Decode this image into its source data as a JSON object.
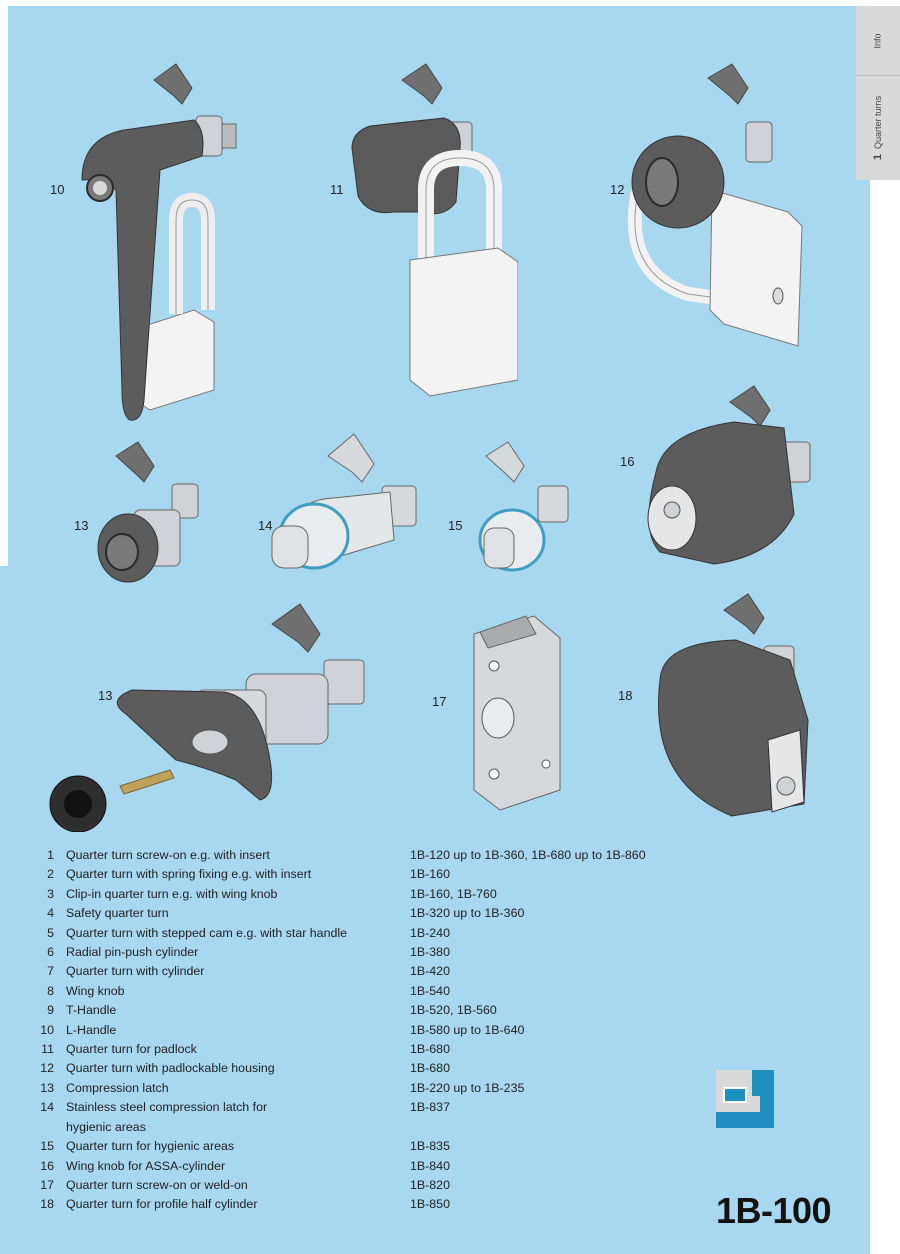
{
  "tabs": {
    "info": "Info",
    "quarter_num": "1",
    "quarter_label": "Quarter turns"
  },
  "figure_labels": {
    "l10": "10",
    "l11": "11",
    "l12": "12",
    "l13a": "13",
    "l14": "14",
    "l15": "15",
    "l16": "16",
    "l13b": "13",
    "l17": "17",
    "l18": "18"
  },
  "items": [
    {
      "num": "1",
      "desc": "Quarter turn screw-on e.g. with insert",
      "ref": "1B-120 up to 1B-360, 1B-680 up to 1B-860"
    },
    {
      "num": "2",
      "desc": "Quarter turn with spring fixing e.g. with insert",
      "ref": "1B-160"
    },
    {
      "num": "3",
      "desc": "Clip-in quarter turn e.g. with wing knob",
      "ref": "1B-160, 1B-760"
    },
    {
      "num": "4",
      "desc": "Safety quarter turn",
      "ref": "1B-320 up to 1B-360"
    },
    {
      "num": "5",
      "desc": "Quarter turn with stepped cam e.g. with star handle",
      "ref": "1B-240"
    },
    {
      "num": "6",
      "desc": "Radial pin-push cylinder",
      "ref": "1B-380"
    },
    {
      "num": "7",
      "desc": "Quarter turn with cylinder",
      "ref": "1B-420"
    },
    {
      "num": "8",
      "desc": "Wing knob",
      "ref": "1B-540"
    },
    {
      "num": "9",
      "desc": "T-Handle",
      "ref": "1B-520, 1B-560"
    },
    {
      "num": "10",
      "desc": "L-Handle",
      "ref": "1B-580 up to 1B-640"
    },
    {
      "num": "11",
      "desc": "Quarter turn for padlock",
      "ref": "1B-680"
    },
    {
      "num": "12",
      "desc": "Quarter turn with padlockable housing",
      "ref": "1B-680"
    },
    {
      "num": "13",
      "desc": "Compression latch",
      "ref": "1B-220 up to 1B-235"
    },
    {
      "num": "14",
      "desc": "Stainless steel compression latch for",
      "ref": "1B-837"
    },
    {
      "num": "",
      "desc": "hygienic areas",
      "ref": ""
    },
    {
      "num": "15",
      "desc": "Quarter turn for hygienic areas",
      "ref": "1B-835"
    },
    {
      "num": "16",
      "desc": "Wing knob for ASSA-cylinder",
      "ref": "1B-840"
    },
    {
      "num": "17",
      "desc": "Quarter turn screw-on or weld-on",
      "ref": "1B-820"
    },
    {
      "num": "18",
      "desc": "Quarter turn for profile half cylinder",
      "ref": "1B-850"
    }
  ],
  "page_id": "1B-100",
  "colors": {
    "background_blue": "#a8d8ef",
    "tab_grey": "#d9d9d9",
    "product_dark": "#5a5a5a",
    "product_light": "#f2f2f2",
    "metal": "#c9ccd0",
    "seal_blue": "#3d9dc2"
  }
}
